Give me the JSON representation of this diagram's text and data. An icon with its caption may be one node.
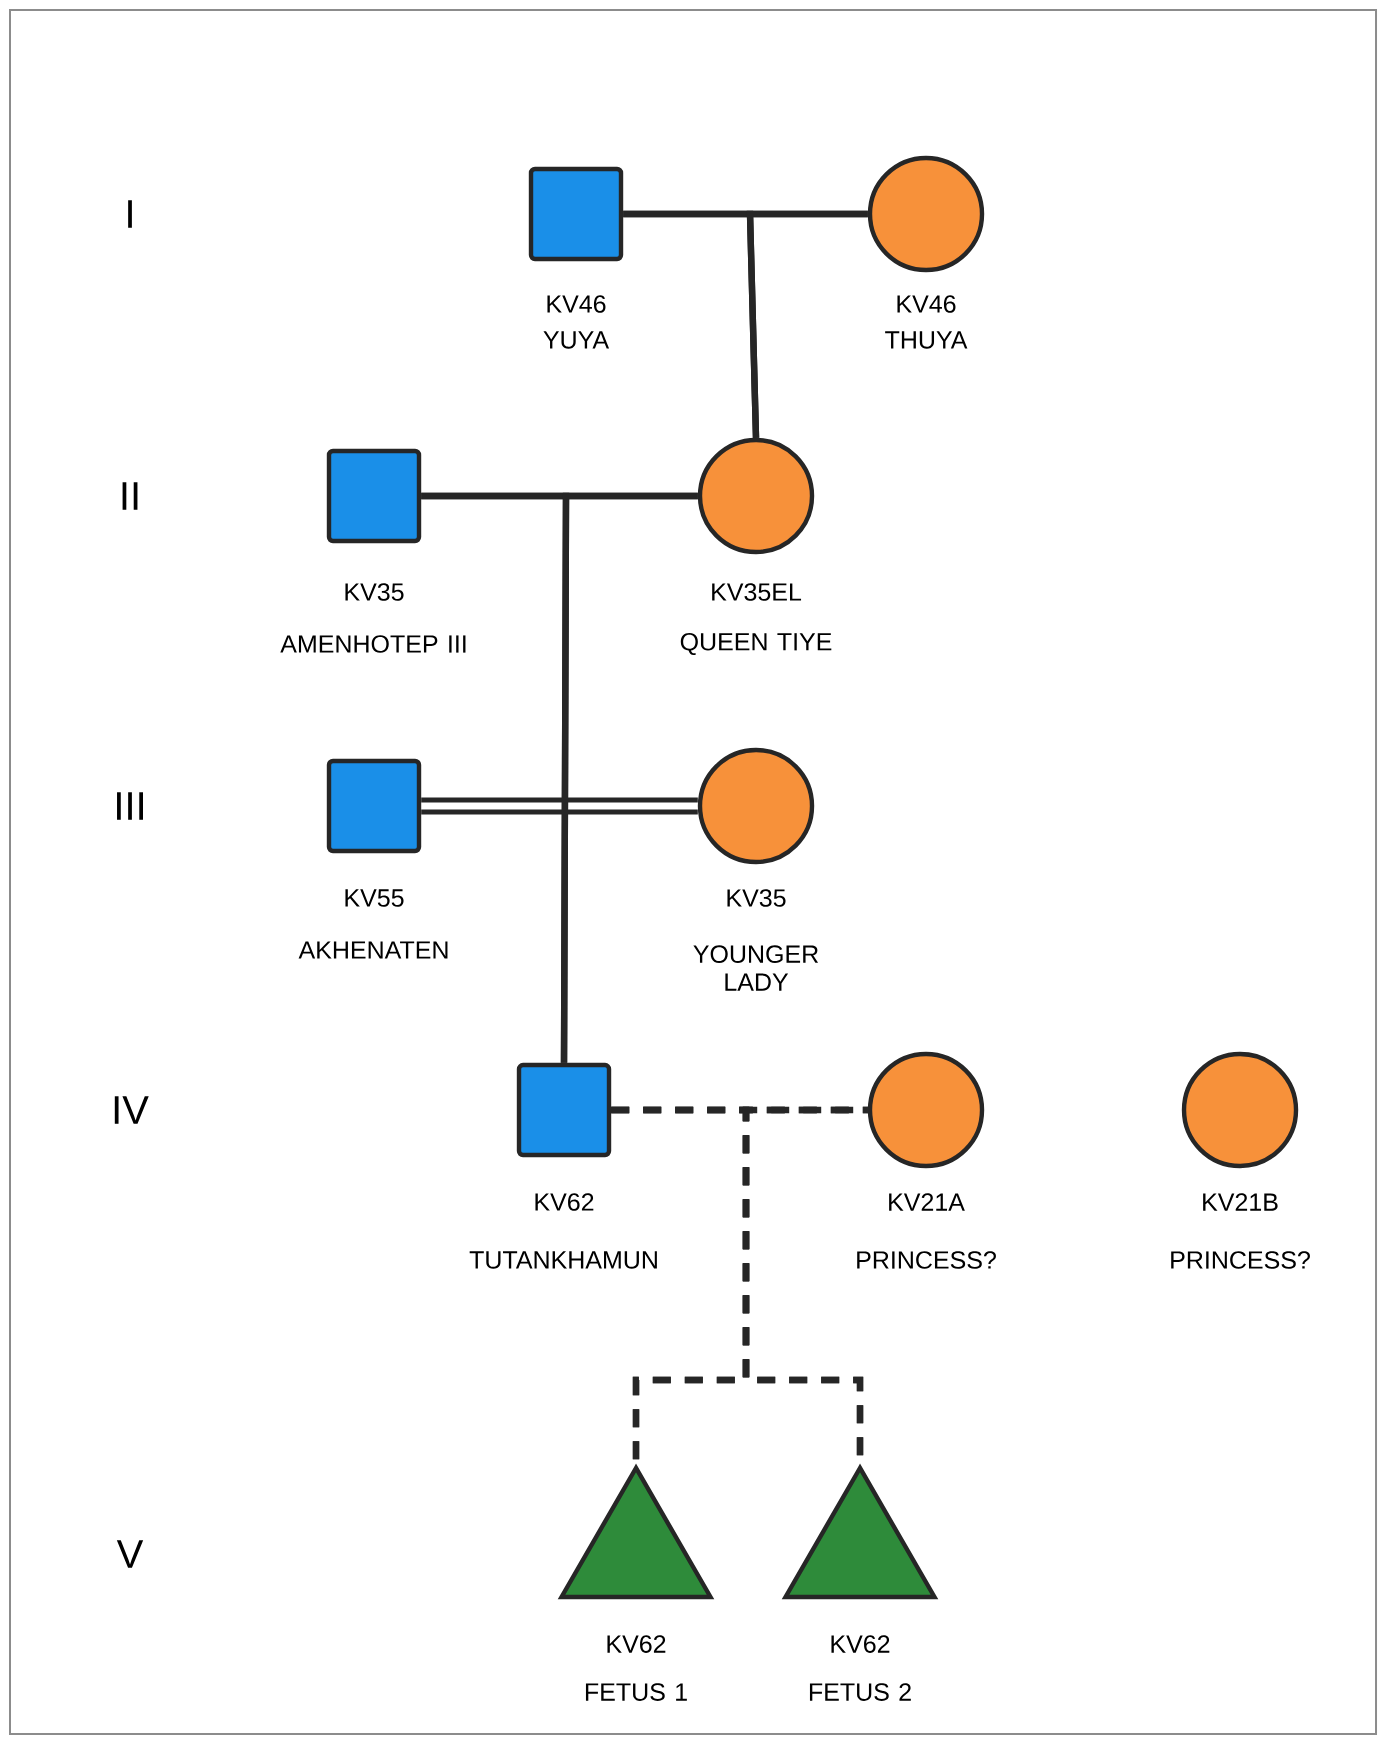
{
  "diagram": {
    "nodes": [
      {
        "text": [
          "KV46",
          "YUYA"
        ]
      },
      {
        "text": [
          "KV46",
          "THUYA"
        ]
      },
      {
        "text": [
          "KV35",
          "AMENHOTEP III"
        ]
      },
      {
        "text": [
          "KV35EL",
          "QUEEN TIYE"
        ]
      },
      {
        "text": [
          "KV55",
          "AKHENATEN"
        ]
      },
      {
        "text": [
          "KV35",
          "YOUNGER LADY"
        ]
      },
      {
        "text": [
          "KV62",
          "TUTANKHAMUN"
        ]
      },
      {
        "text": [
          "KV21A",
          "PRINCESS?"
        ]
      },
      {
        "text": [
          "KV21B",
          "PRINCESS?"
        ]
      },
      {
        "text": [
          "KV62",
          "FETUS 1"
        ]
      },
      {
        "text": [
          "KV62",
          "FETUS 2"
        ]
      }
    ],
    "edges": [
      {
        "from": 0,
        "to": 1,
        "arrow": "none"
      },
      {
        "from": 0,
        "to": 3,
        "arrow": "none"
      },
      {
        "from": 1,
        "to": 3,
        "arrow": "none"
      },
      {
        "from": 2,
        "to": 3,
        "arrow": "none"
      },
      {
        "from": 2,
        "to": 6,
        "arrow": "none"
      },
      {
        "from": 3,
        "to": 6,
        "arrow": "none"
      },
      {
        "from": 4,
        "to": 5,
        "arrow": "none"
      },
      {
        "from": 6,
        "to": 7,
        "arrow": "none",
        "style": "dashed"
      },
      {
        "from": 6,
        "to": 9,
        "arrow": "none",
        "style": "dashed"
      },
      {
        "from": 7,
        "to": 9,
        "arrow": "none",
        "style": "dashed"
      },
      {
        "from": 6,
        "to": 10,
        "arrow": "none",
        "style": "dashed"
      },
      {
        "from": 7,
        "to": 10,
        "arrow": "none",
        "style": "dashed"
      }
    ],
    "labels": [
      "I",
      "II",
      "III",
      "IV",
      "V"
    ]
  }
}
